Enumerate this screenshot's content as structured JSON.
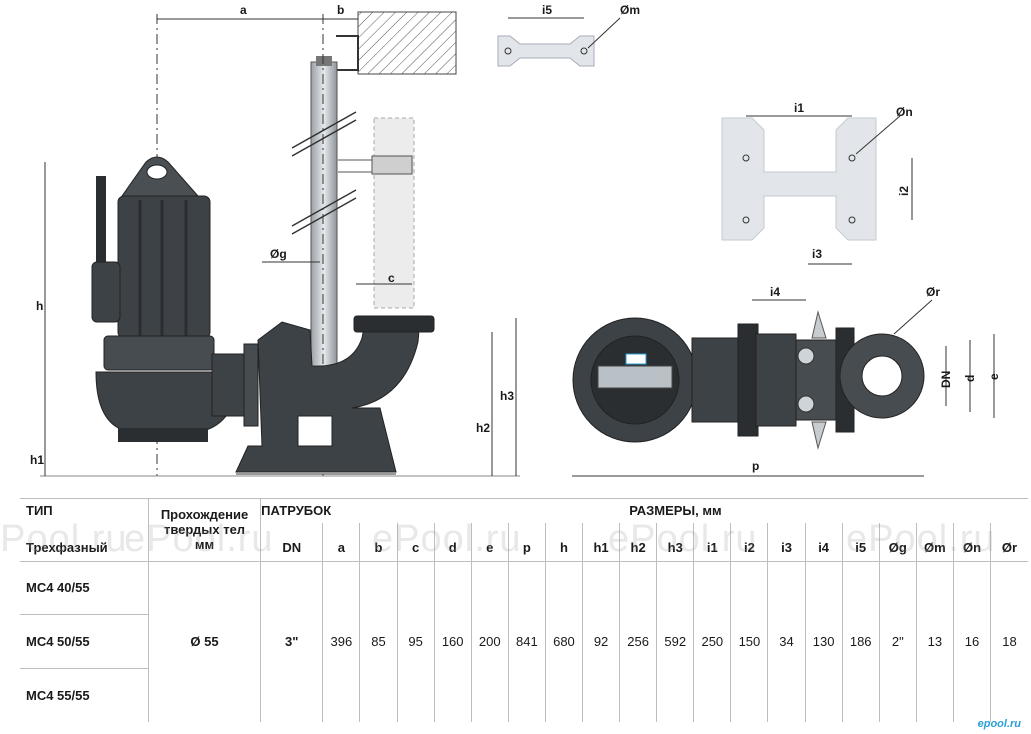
{
  "drawing_labels": {
    "a": "a",
    "b": "b",
    "c": "c",
    "d": "d",
    "e": "e",
    "p": "p",
    "h": "h",
    "h1": "h1",
    "h2": "h2",
    "h3": "h3",
    "i1": "i1",
    "i2": "i2",
    "i3": "i3",
    "i4": "i4",
    "i5": "i5",
    "g": "Øg",
    "m": "Øm",
    "n": "Øn",
    "r": "Ør",
    "dn": "DN"
  },
  "table": {
    "col_type": "ТИП",
    "col_type_sub": "Трехфазный",
    "col_solids": "Прохождение твердых тел",
    "col_solids_unit": "мм",
    "col_outlet": "ПАТРУБОК",
    "col_outlet_sub": "DN",
    "col_dims": "РАЗМЕРЫ, мм",
    "dim_headers": [
      "a",
      "b",
      "c",
      "d",
      "e",
      "p",
      "h",
      "h1",
      "h2",
      "h3",
      "i1",
      "i2",
      "i3",
      "i4",
      "i5",
      "Øg",
      "Øm",
      "Øn",
      "Ør"
    ],
    "models": [
      "MC4 40/55",
      "MC4 50/55",
      "MC4 55/55"
    ],
    "solids_value": "Ø 55",
    "outlet_value": "3\"",
    "dim_values": [
      "396",
      "85",
      "95",
      "160",
      "200",
      "841",
      "680",
      "92",
      "256",
      "592",
      "250",
      "150",
      "34",
      "130",
      "186",
      "2\"",
      "13",
      "16",
      "18"
    ]
  },
  "watermark": "ePool.ru",
  "brand": "epool.ru",
  "colors": {
    "pump_body": "#3d4246",
    "pump_dark": "#2a2e31",
    "bracket": "#e2e6ea",
    "accent": "#2b9fd6"
  }
}
